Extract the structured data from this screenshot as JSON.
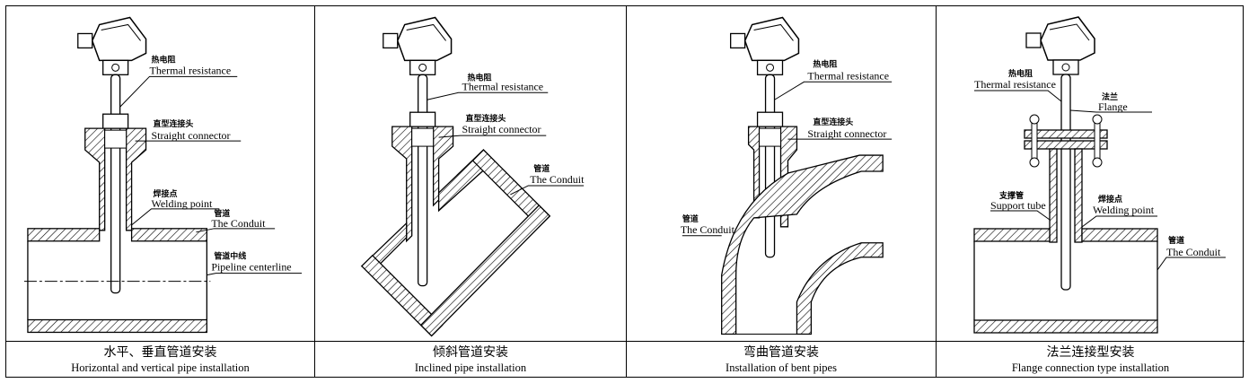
{
  "panels": [
    {
      "caption_cn": "水平、垂直管道安装",
      "caption_en": "Horizontal and vertical pipe installation",
      "labels": [
        {
          "cn": "热电阻",
          "en": "Thermal resistance"
        },
        {
          "cn": "直型连接头",
          "en": "Straight connector"
        },
        {
          "cn": "焊接点",
          "en": "Welding point"
        },
        {
          "cn": "管道",
          "en": "The Conduit"
        },
        {
          "cn": "管道中线",
          "en": "Pipeline centerline"
        }
      ]
    },
    {
      "caption_cn": "倾斜管道安装",
      "caption_en": "Inclined pipe installation",
      "labels": [
        {
          "cn": "热电阻",
          "en": "Thermal resistance"
        },
        {
          "cn": "直型连接头",
          "en": "Straight connector"
        },
        {
          "cn": "管道",
          "en": "The Conduit"
        }
      ]
    },
    {
      "caption_cn": "弯曲管道安装",
      "caption_en": "Installation of bent pipes",
      "labels": [
        {
          "cn": "热电阻",
          "en": "Thermal resistance"
        },
        {
          "cn": "直型连接头",
          "en": "Straight connector"
        },
        {
          "cn": "管道",
          "en": "The Conduit"
        }
      ]
    },
    {
      "caption_cn": "法兰连接型安装",
      "caption_en": "Flange connection type installation",
      "labels": [
        {
          "cn": "热电阻",
          "en": "Thermal resistance"
        },
        {
          "cn": "法兰",
          "en": "Flange"
        },
        {
          "cn": "支撑管",
          "en": "Support tube"
        },
        {
          "cn": "焊接点",
          "en": "Welding point"
        },
        {
          "cn": "管道",
          "en": "The Conduit"
        }
      ]
    }
  ]
}
